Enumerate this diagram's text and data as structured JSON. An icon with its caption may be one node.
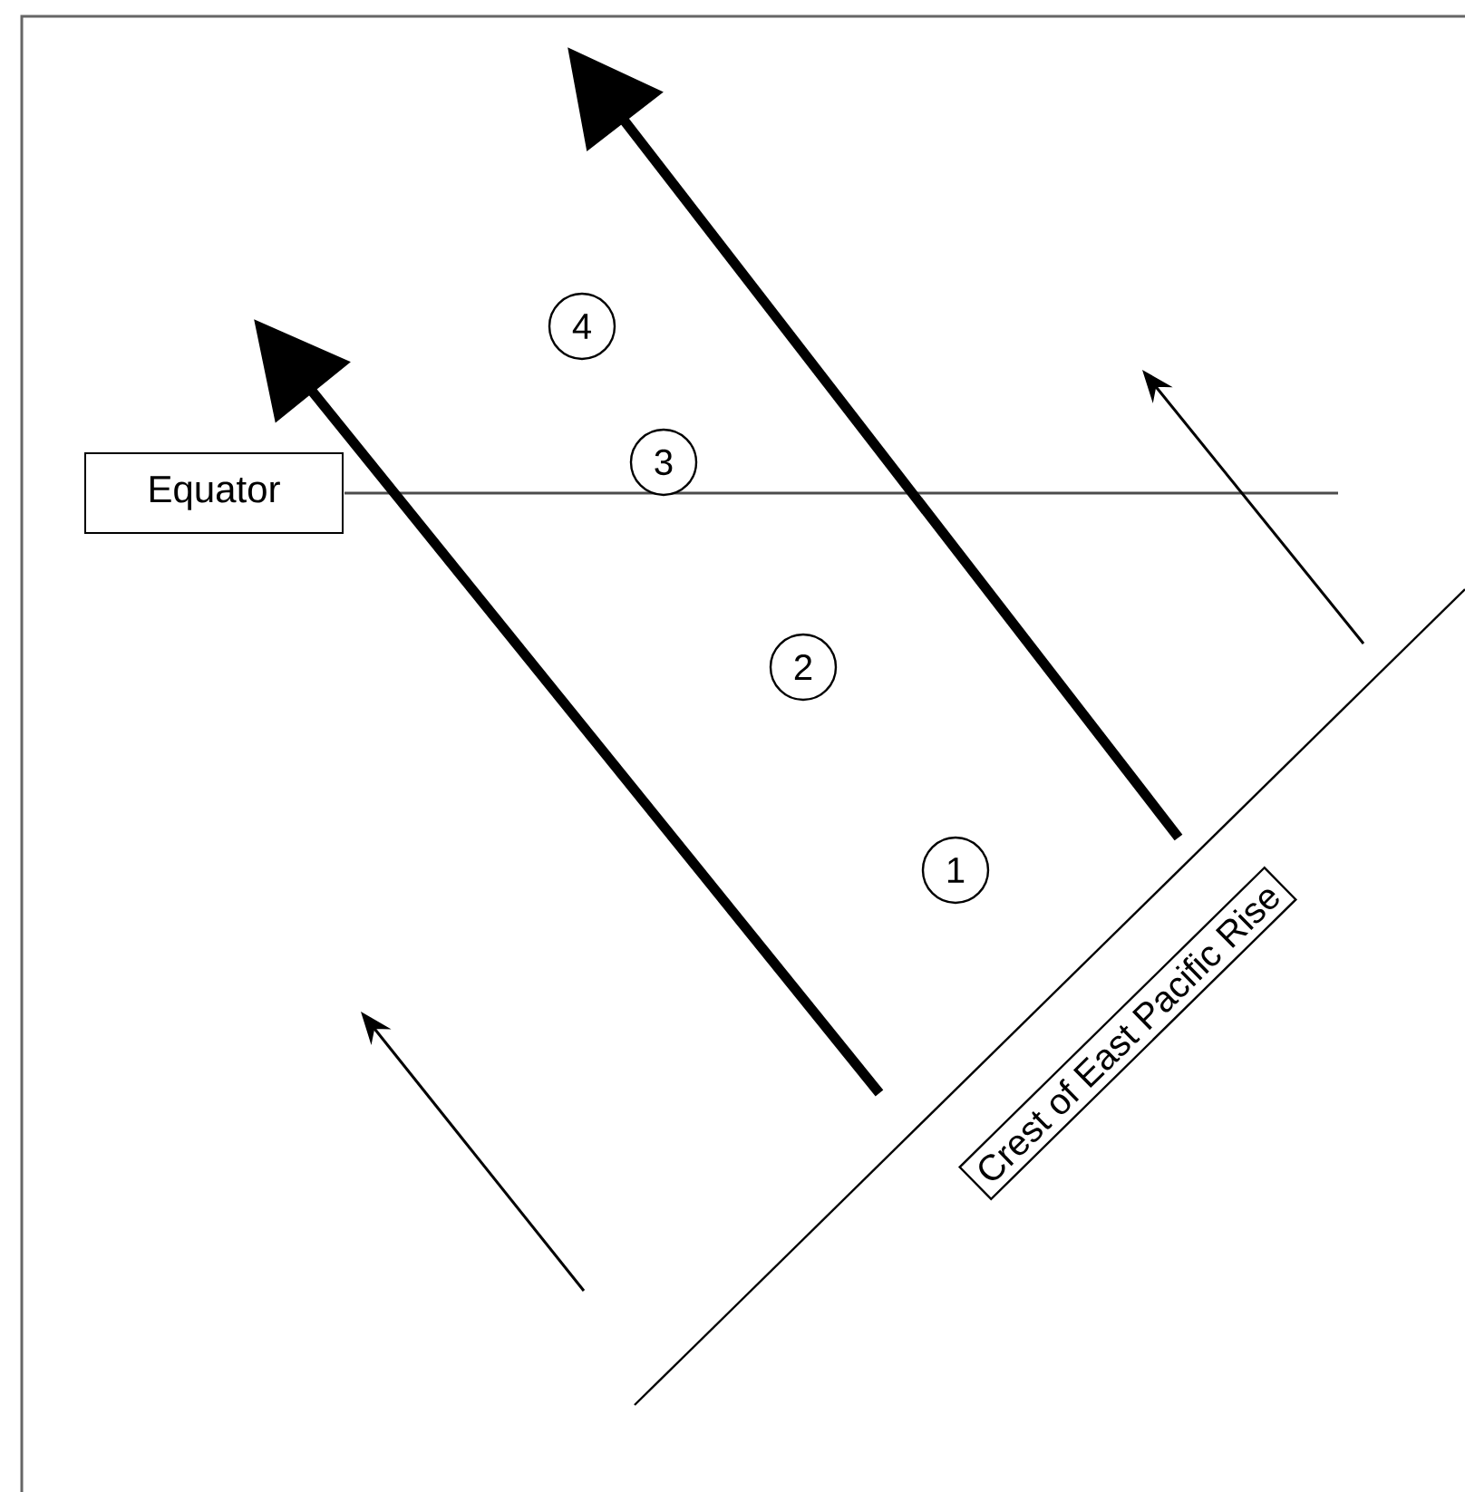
{
  "diagram": {
    "nodes": [
      {
        "text": [
          "4"
        ]
      },
      {
        "text": [
          "Equator"
        ]
      },
      {
        "text": [
          "3"
        ]
      },
      {
        "text": [
          "2"
        ]
      },
      {
        "text": [
          "1"
        ]
      },
      {
        "text": [
          "Crest of East Pacific Rise"
        ]
      }
    ]
  }
}
